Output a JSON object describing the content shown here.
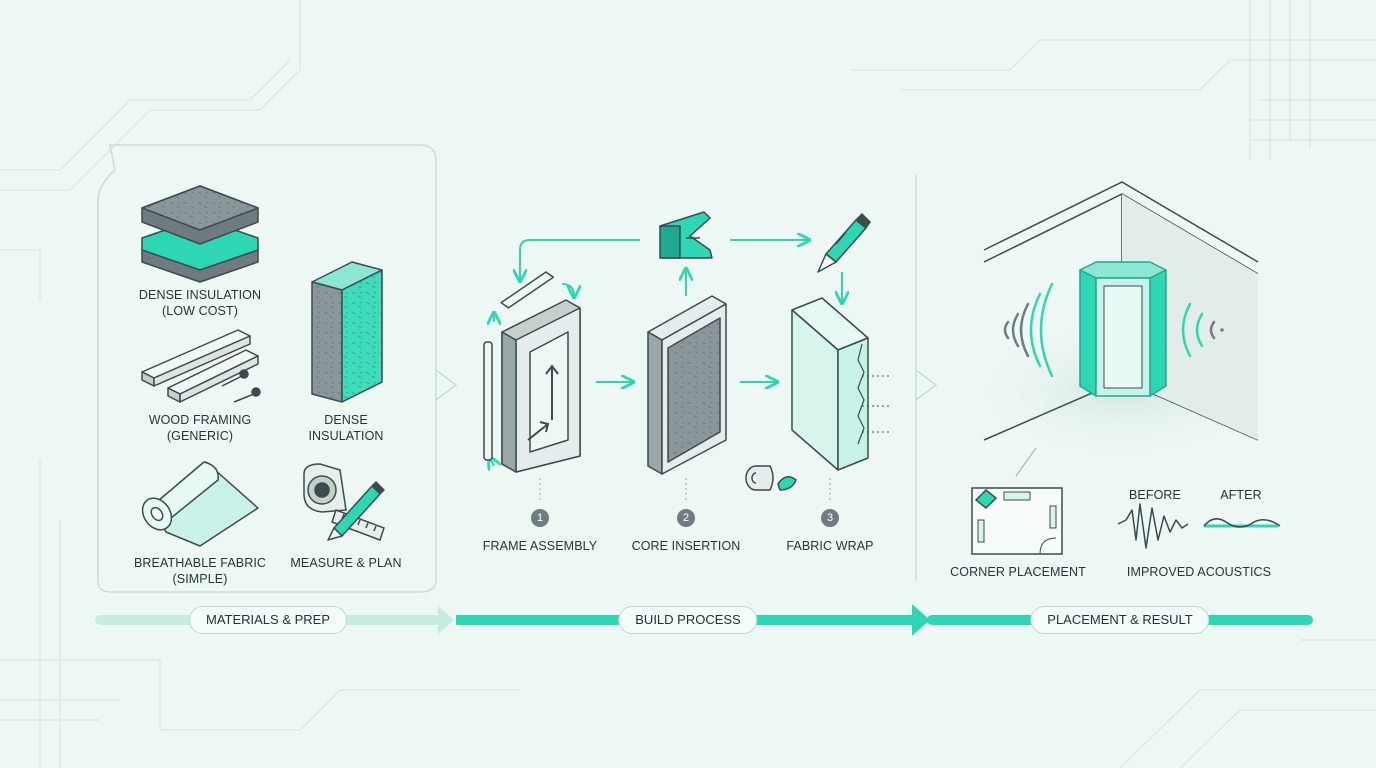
{
  "colors": {
    "background": "#edf7f3",
    "accent": "#2fd6b4",
    "accent_dark": "#1fa98e",
    "line": "#3c4b50",
    "insulation_gray": "#8a969a",
    "panel_border": "#c9ddd7"
  },
  "materials": {
    "dense_insulation_low_cost": [
      "DENSE INSULATION",
      "(LOW COST)"
    ],
    "dense_insulation": [
      "DENSE",
      "INSULATION"
    ],
    "wood_framing": [
      "WOOD FRAMING",
      "(GENERIC)"
    ],
    "breathable_fabric": [
      "BREATHABLE FABRIC",
      "(SIMPLE)"
    ],
    "measure_plan": "MEASURE & PLAN"
  },
  "build": {
    "steps": [
      {
        "number": "1",
        "label": "FRAME ASSEMBLY"
      },
      {
        "number": "2",
        "label": "CORE INSERTION"
      },
      {
        "number": "3",
        "label": "FABRIC WRAP"
      }
    ]
  },
  "result": {
    "corner_placement": "CORNER PLACEMENT",
    "improved_acoustics": "IMPROVED ACOUSTICS",
    "before": "BEFORE",
    "after": "AFTER"
  },
  "stages": {
    "materials_prep": "MATERIALS & PREP",
    "build_process": "BUILD PROCESS",
    "placement_result": "PLACEMENT & RESULT"
  },
  "icons": [
    "insulation-stack-icon",
    "insulation-slab-icon",
    "wood-boards-icon",
    "screw-icon",
    "fabric-roll-icon",
    "tape-measure-icon",
    "pencil-icon",
    "ruler-icon",
    "staple-gun-icon",
    "utility-knife-icon",
    "frame-icon",
    "panel-icon",
    "wrapped-panel-icon",
    "tape-roll-icon",
    "room-corner-icon",
    "sound-wave-icon",
    "floor-plan-icon",
    "waveform-icon"
  ]
}
